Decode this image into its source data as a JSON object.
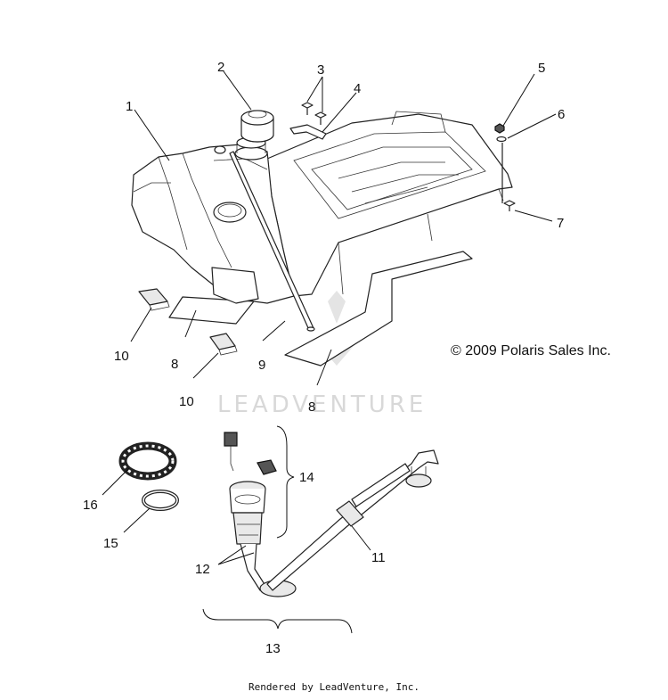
{
  "diagram": {
    "copyright": "© 2009 Polaris Sales Inc.",
    "watermark": "LEADVENTURE",
    "footer": "Rendered by LeadVenture, Inc.",
    "callouts": {
      "c1": "1",
      "c2": "2",
      "c3": "3",
      "c4": "4",
      "c5": "5",
      "c6": "6",
      "c7": "7",
      "c8a": "8",
      "c8b": "8",
      "c9": "9",
      "c10a": "10",
      "c10b": "10",
      "c11": "11",
      "c12": "12",
      "c13": "13",
      "c14": "14",
      "c15": "15",
      "c16": "16"
    }
  }
}
